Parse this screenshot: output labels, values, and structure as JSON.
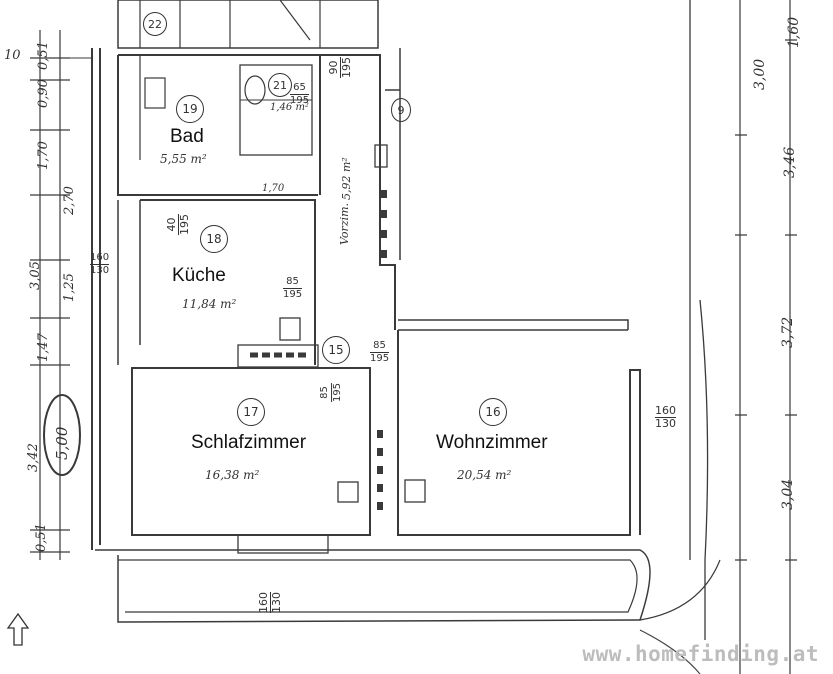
{
  "rooms": [
    {
      "id": "bad",
      "number": "19",
      "name": "Bad",
      "area": "5,55 m²"
    },
    {
      "id": "kueche",
      "number": "18",
      "name": "Küche",
      "area": "11,84 m²"
    },
    {
      "id": "schlafzimmer",
      "number": "17",
      "name": "Schlafzimmer",
      "area": "16,38 m²"
    },
    {
      "id": "wohnzimmer",
      "number": "16",
      "name": "Wohnzimmer",
      "area": "20,54 m²"
    },
    {
      "id": "vorzimmer",
      "number": "15",
      "name": "Vorzim.",
      "area": "5,92 m²"
    },
    {
      "id": "wc",
      "number": "21",
      "name": "",
      "area": "1,46 m²"
    }
  ],
  "other_numbers": [
    "22",
    "9"
  ],
  "door_sizes": [
    "90/195",
    "65/195",
    "40/195",
    "85/195",
    "85/195",
    "85/195",
    "160/130",
    "160/130",
    "160/130"
  ],
  "dimensions": {
    "left": [
      "0,51",
      "0,90",
      "1,70",
      "2,70",
      "3,05",
      "1,25",
      "1,47",
      "5,00",
      "3,42",
      "0,51"
    ],
    "right": [
      "3,00",
      "1,60",
      "3,46",
      "3,72",
      "3,04"
    ]
  },
  "other_text": {
    "bad_small": "1,70",
    "top_left": "10",
    "arrow_left": "⇧"
  },
  "watermark": "www.homefinding.at"
}
